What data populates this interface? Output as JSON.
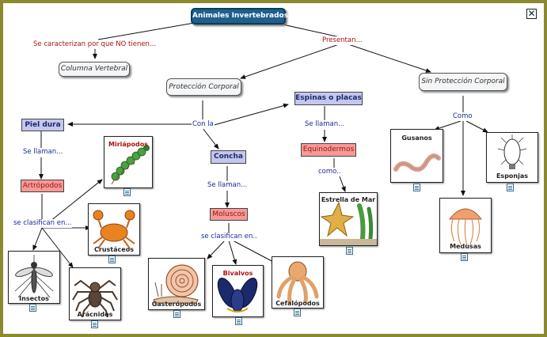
{
  "title": "Animales Invertebrados",
  "nodes": {
    "columna": "Columna Vertebral",
    "proteccion": "Protección Corporal",
    "sin_proteccion": "Sin Protección Corporal",
    "piel_dura": "Piel dura",
    "concha": "Concha",
    "espinas": "Espinas o placas",
    "artropodos": "Artrópodos",
    "moluscos": "Moluscos",
    "equinodermos": "Equinodermos"
  },
  "links": {
    "caracterizan": "Se caracterizan por que NO tienen...",
    "presentan": "Presentan...",
    "con_la": "Con la",
    "se_llaman_1": "Se llaman...",
    "se_llaman_2": "Se llaman...",
    "se_llaman_3": "Se llaman...",
    "como_1": "como..",
    "como_2": "Como",
    "clasifican_1": "se clasifican en...",
    "clasifican_2": "se clasifican en.."
  },
  "animals": {
    "miriapodos": "Miriápodos",
    "crustaceos": "Crustáceos",
    "insectos": "Insectos",
    "aracnidos": "Arácnidos",
    "gasteropodos": "Gasterópodos",
    "bivalvos": "Bivalvos",
    "cefalopodos": "Cefalópodos",
    "estrella": "Estrella de Mar",
    "gusanos": "Gusanos",
    "medusas": "Medusas",
    "esponjas": "Esponjas"
  },
  "close_glyph": "✕",
  "colors": {
    "frame": "#8b8a2e",
    "root_fill": "#1f5f8a",
    "lavender": "#c5c6ee",
    "pink": "#f59a96",
    "link_red": "#b01010",
    "link_blue": "#1a2a9a"
  },
  "icons": [
    "close-icon",
    "document-icon"
  ]
}
